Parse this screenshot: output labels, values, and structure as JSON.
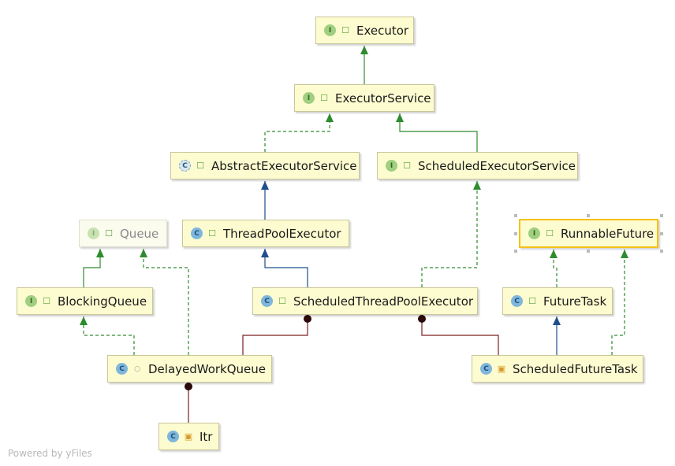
{
  "diagram": {
    "nodes": {
      "executor": {
        "label": "Executor",
        "kind": "I",
        "visibility": "public"
      },
      "executor_service": {
        "label": "ExecutorService",
        "kind": "I",
        "visibility": "public"
      },
      "abstract_executor_service": {
        "label": "AbstractExecutorService",
        "kind": "C",
        "visibility": "public"
      },
      "scheduled_executor_service": {
        "label": "ScheduledExecutorService",
        "kind": "I",
        "visibility": "public"
      },
      "queue": {
        "label": "Queue",
        "kind": "I",
        "visibility": "public"
      },
      "thread_pool_executor": {
        "label": "ThreadPoolExecutor",
        "kind": "C",
        "visibility": "public"
      },
      "runnable_future": {
        "label": "RunnableFuture",
        "kind": "I",
        "visibility": "public"
      },
      "blocking_queue": {
        "label": "BlockingQueue",
        "kind": "I",
        "visibility": "public"
      },
      "scheduled_thread_pool_executor": {
        "label": "ScheduledThreadPoolExecutor",
        "kind": "C",
        "visibility": "public"
      },
      "future_task": {
        "label": "FutureTask",
        "kind": "C",
        "visibility": "public"
      },
      "delayed_work_queue": {
        "label": "DelayedWorkQueue",
        "kind": "C",
        "visibility": "package"
      },
      "scheduled_future_task": {
        "label": "ScheduledFutureTask",
        "kind": "C",
        "visibility": "private"
      },
      "itr": {
        "label": "Itr",
        "kind": "C",
        "visibility": "private"
      }
    },
    "colors": {
      "implements": "#2e8b2e",
      "extends": "#1f4e8c",
      "inner": "#7a1f1f",
      "selection": "#f5c11a"
    },
    "watermark": "Powered by yFiles"
  }
}
